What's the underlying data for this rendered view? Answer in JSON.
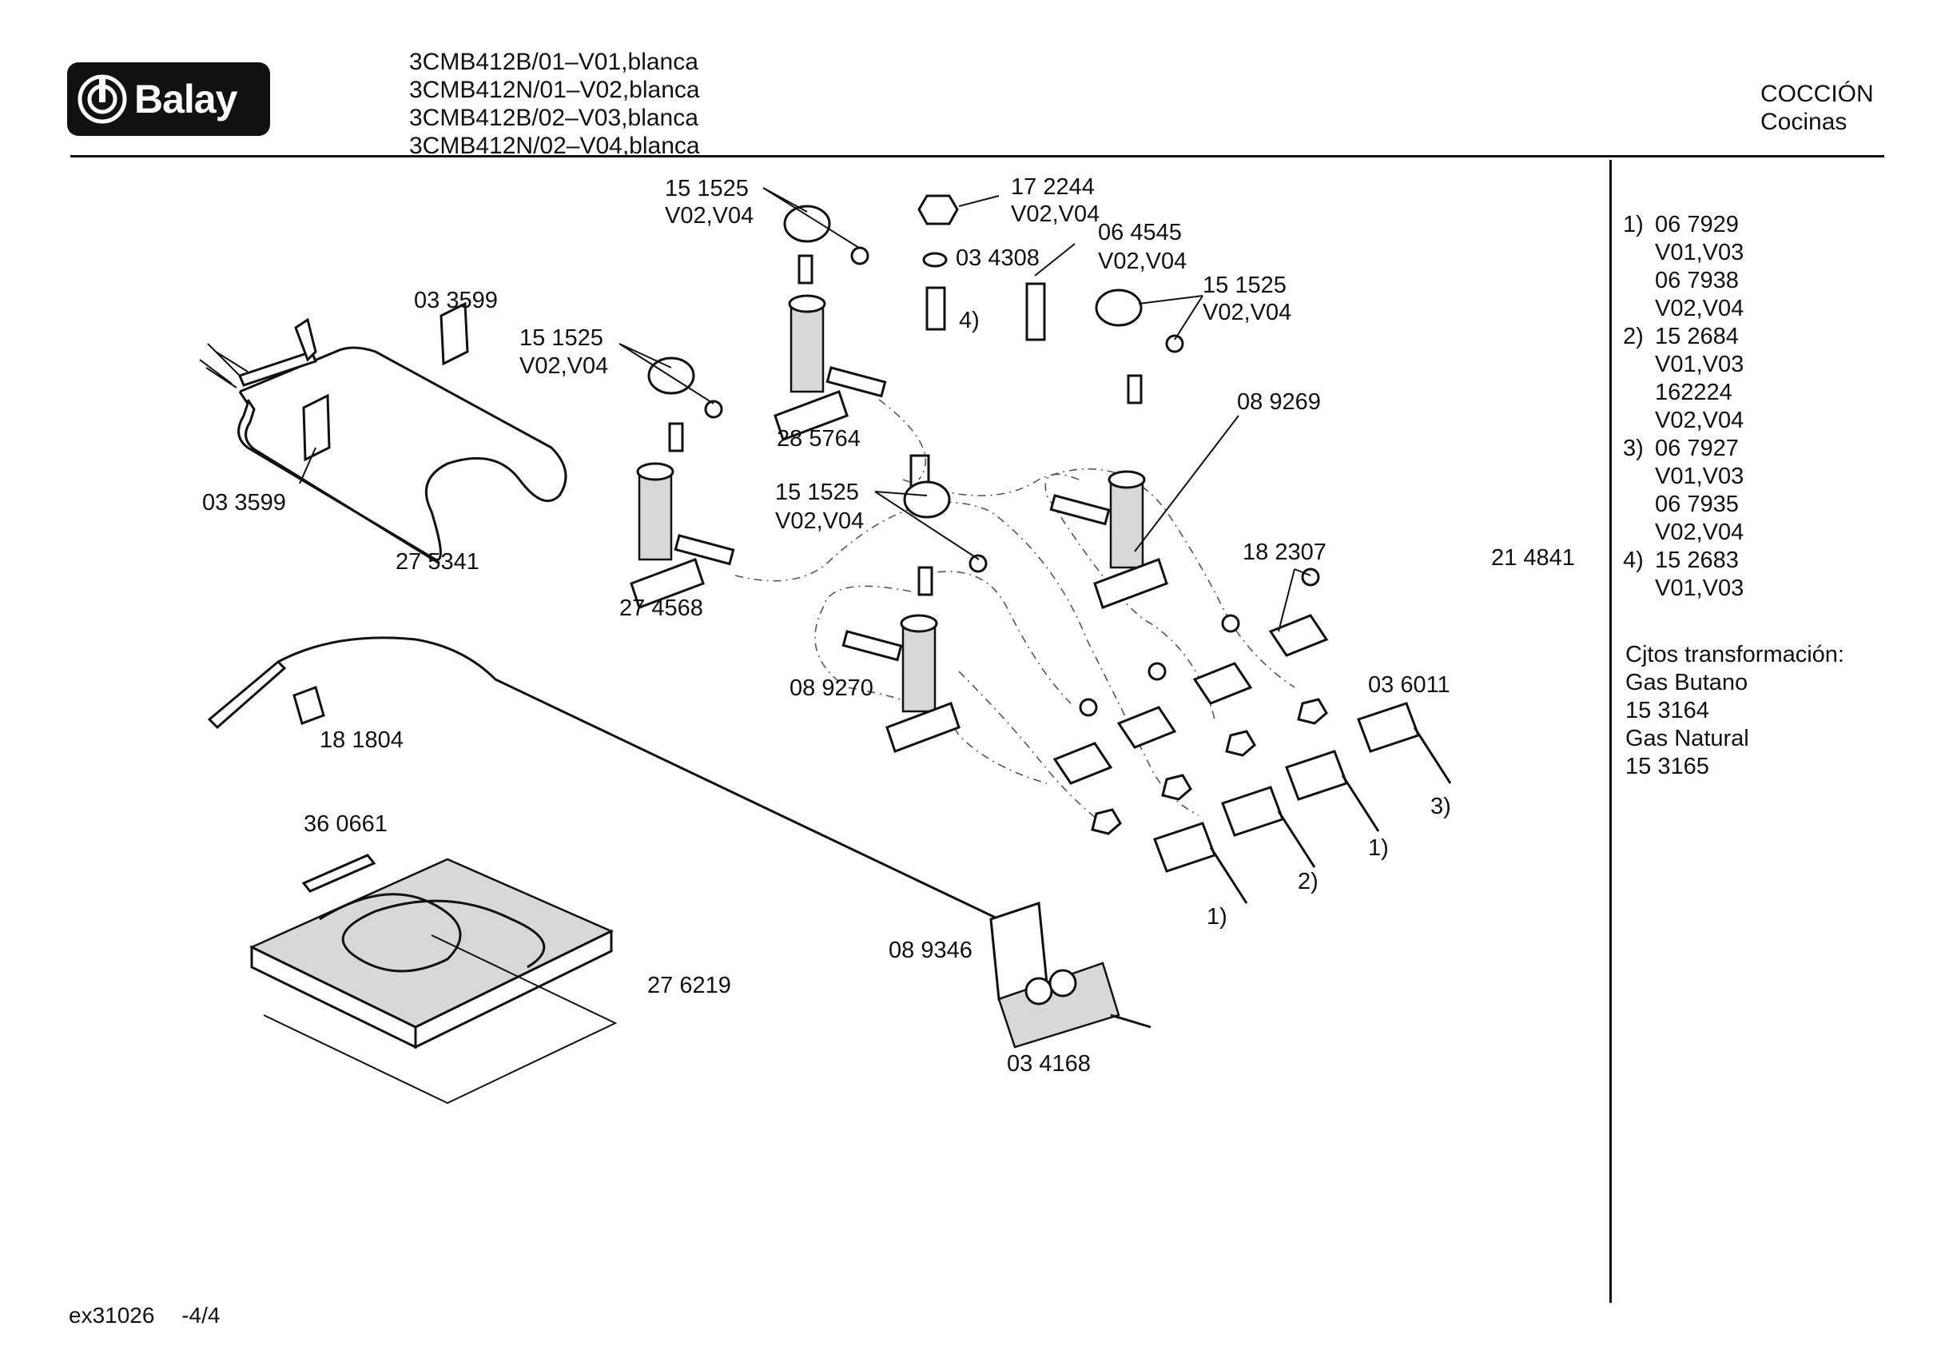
{
  "brand": {
    "name": "Balay",
    "logo_icon": "balay-flame-icon"
  },
  "models": [
    "3CMB412B/01–V01,blanca",
    "3CMB412N/01–V02,blanca",
    "3CMB412B/02–V03,blanca",
    "3CMB412N/02–V04,blanca"
  ],
  "category": {
    "line1": "COCCIÓN",
    "line2": "Cocinas"
  },
  "parts": {
    "p151525a": {
      "code": "15 1525",
      "var": "V02,V04"
    },
    "p172244": {
      "code": "17 2244",
      "var": "V02,V04"
    },
    "p064545": {
      "code": "06 4545",
      "var": "V02,V04"
    },
    "p034308": "03 4308",
    "n4": "4)",
    "p151525b": {
      "code": "15 1525",
      "var": "V02,V04"
    },
    "p033599a": "03 3599",
    "p151525c": {
      "code": "15 1525",
      "var": "V02,V04"
    },
    "p285764": "28 5764",
    "p089269": "08 9269",
    "p033599b": "03 3599",
    "p275341": "27 5341",
    "p151525d": {
      "code": "15 1525",
      "var": "V02,V04"
    },
    "p274568": "27 4568",
    "p182307": "18 2307",
    "p214841": "21 4841",
    "p089270": "08 9270",
    "p036011": "03 6011",
    "p181804": "18 1804",
    "p360661": "36 0661",
    "p276219": "27 6219",
    "p089346": "08 9346",
    "p034168": "03 4168",
    "t3": "3)",
    "t1a": "1)",
    "t2": "2)",
    "t1b": "1)"
  },
  "notes": [
    {
      "num": "1)",
      "lines": [
        "06 7929",
        "V01,V03",
        "06 7938",
        "V02,V04"
      ]
    },
    {
      "num": "2)",
      "lines": [
        "15 2684",
        "V01,V03",
        "162224",
        "V02,V04"
      ]
    },
    {
      "num": "3)",
      "lines": [
        "06 7927",
        "V01,V03",
        "06 7935",
        "V02,V04"
      ]
    },
    {
      "num": "4)",
      "lines": [
        "15 2683",
        "V01,V03"
      ]
    }
  ],
  "transformation": {
    "title": "Cjtos  transformación:",
    "gas1": "Gas Butano",
    "code1": "15 3164",
    "gas2": "Gas Natural",
    "code2": "15 3165"
  },
  "footer": {
    "doc": "ex31026",
    "page": "-4/4"
  }
}
